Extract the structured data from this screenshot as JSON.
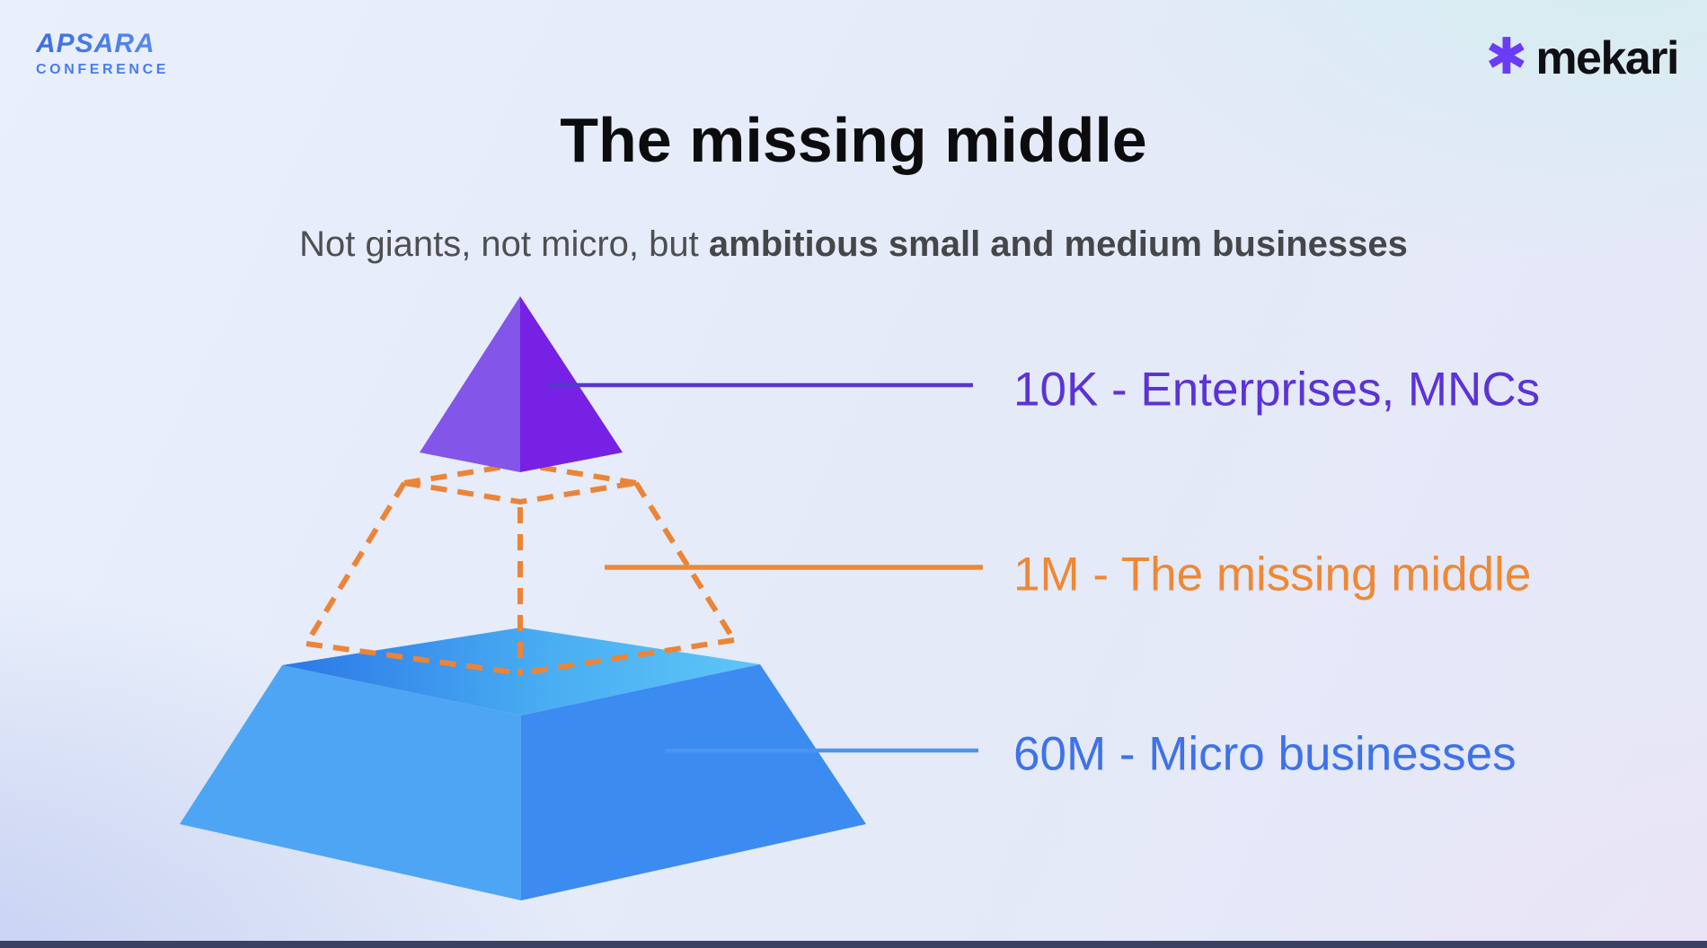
{
  "header": {
    "apsara": {
      "name": "APSARA",
      "subtitle": "CONFERENCE"
    },
    "mekari": {
      "icon": "✱",
      "name": "mekari"
    }
  },
  "title": "The missing middle",
  "subtitle": {
    "regular": "Not giants, not micro, but ",
    "bold": "ambitious small and medium businesses"
  },
  "pyramid": {
    "tiers": [
      {
        "position": "top",
        "value": "10K",
        "segment": "Enterprises, MNCs",
        "label": "10K - Enterprises, MNCs",
        "color": "#5B33D6"
      },
      {
        "position": "middle",
        "value": "1M",
        "segment": "The missing middle",
        "label": "1M - The missing middle",
        "color": "#ED8936"
      },
      {
        "position": "bottom",
        "value": "60M",
        "segment": "Micro businesses",
        "label": "60M - Micro businesses",
        "color": "#3D72E9"
      }
    ]
  },
  "colors": {
    "purple_face_light": "#8355E9",
    "purple_face_dark": "#7621E4",
    "orange_dash": "#EC8437",
    "blue_top_gradient_left": "#2C77E6",
    "blue_top_gradient_right": "#5EC6F7",
    "blue_face_light": "#4EA5F3",
    "blue_face_dark": "#3C8BF0",
    "background_tint_topright": "#D4EDF0",
    "background_tint_bottomleft": "#C2CDF1",
    "background_tint_bottomright": "#EAE4F6"
  }
}
